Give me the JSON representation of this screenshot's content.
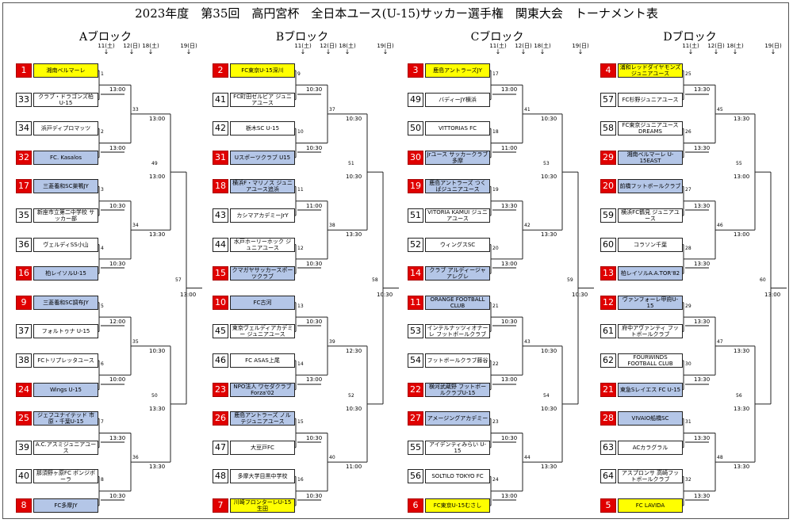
{
  "title": "2023年度　第35回　高円宮杯　全日本ユース(U-15)サッカー選手権　関東大会　トーナメント表",
  "round_dates": [
    "11(土)",
    "12(日)",
    "18(土)",
    "19(日)"
  ],
  "blocks": [
    {
      "name": "Aブロック",
      "teams": [
        {
          "seed": "1",
          "name": "湘南ベルマーレ",
          "style": "yellow",
          "lead": true
        },
        {
          "seed": "33",
          "name": "クラブ・ドラゴンズ柏 U-15",
          "style": "white",
          "lead": false
        },
        {
          "seed": "34",
          "name": "浜戸ディプロマッツ",
          "style": "white",
          "lead": false
        },
        {
          "seed": "32",
          "name": "FC. Kasalos",
          "style": "blue",
          "lead": true
        },
        {
          "seed": "17",
          "name": "三菱養和SC巣鴨JY",
          "style": "blue",
          "lead": true
        },
        {
          "seed": "35",
          "name": "新座市立第二中学校 サッカー部",
          "style": "white",
          "lead": false
        },
        {
          "seed": "36",
          "name": "ヴェルディSS小山",
          "style": "white",
          "lead": false
        },
        {
          "seed": "16",
          "name": "柏レイソルU-15",
          "style": "blue",
          "lead": true
        },
        {
          "seed": "9",
          "name": "三菱養和SC調布JY",
          "style": "blue",
          "lead": true
        },
        {
          "seed": "37",
          "name": "フォルトゥナ U-15",
          "style": "white",
          "lead": false
        },
        {
          "seed": "38",
          "name": "FCトリプレッタユース",
          "style": "white",
          "lead": false
        },
        {
          "seed": "24",
          "name": "Wings U-15",
          "style": "blue",
          "lead": true
        },
        {
          "seed": "25",
          "name": "ジェフユナイテッド 市原・千葉U-15",
          "style": "blue",
          "lead": true
        },
        {
          "seed": "39",
          "name": "A.C.アスミジュニアユース",
          "style": "white",
          "lead": false
        },
        {
          "seed": "40",
          "name": "那須野ヶ原FC ボンジボーラ",
          "style": "white",
          "lead": false
        },
        {
          "seed": "8",
          "name": "FC多摩JY",
          "style": "blue",
          "lead": true
        }
      ],
      "r1": [
        {
          "no": "1",
          "time": "13:00"
        },
        {
          "no": "2",
          "time": "13:00"
        },
        {
          "no": "3",
          "time": "10:30"
        },
        {
          "no": "4",
          "time": "10:30"
        },
        {
          "no": "5",
          "time": "12:00"
        },
        {
          "no": "6",
          "time": "10:00"
        },
        {
          "no": "7",
          "time": "13:30"
        },
        {
          "no": "8",
          "time": "10:30"
        }
      ],
      "r2": [
        {
          "no": "33",
          "time": "13:00"
        },
        {
          "no": "34",
          "time": "13:30"
        },
        {
          "no": "35",
          "time": "10:30"
        },
        {
          "no": "36",
          "time": "13:30"
        }
      ],
      "r3": [
        {
          "no": "49",
          "time": "13:00"
        },
        {
          "no": "50",
          "time": "13:30"
        }
      ],
      "r4": {
        "no": "57",
        "time": "13:00"
      }
    },
    {
      "name": "Bブロック",
      "teams": [
        {
          "seed": "2",
          "name": "FC東京U-15深川",
          "style": "yellow",
          "lead": true
        },
        {
          "seed": "41",
          "name": "FC町田ゼルビア ジュニアユース",
          "style": "white",
          "lead": false
        },
        {
          "seed": "42",
          "name": "栃木SC U-15",
          "style": "white",
          "lead": false
        },
        {
          "seed": "31",
          "name": "Uスポーツクラブ U15",
          "style": "blue",
          "lead": true
        },
        {
          "seed": "18",
          "name": "横浜F・マリノス ジュニアユース追浜",
          "style": "blue",
          "lead": true
        },
        {
          "seed": "43",
          "name": "カシマアカデミーJrY",
          "style": "white",
          "lead": false
        },
        {
          "seed": "44",
          "name": "水戸ホーリーホック ジュニアユース",
          "style": "white",
          "lead": false
        },
        {
          "seed": "15",
          "name": "クマガヤサッカースポーツクラブ",
          "style": "blue",
          "lead": true
        },
        {
          "seed": "10",
          "name": "FC古河",
          "style": "blue",
          "lead": true
        },
        {
          "seed": "45",
          "name": "東京ヴェルディアカデミー ジュニアユース",
          "style": "white",
          "lead": false
        },
        {
          "seed": "46",
          "name": "FC ASAS上尾",
          "style": "white",
          "lead": false
        },
        {
          "seed": "23",
          "name": "NPO法人 ワセダクラブForza'02",
          "style": "blue",
          "lead": true
        },
        {
          "seed": "26",
          "name": "鹿島アントラーズ ノルテジュニアユース",
          "style": "blue",
          "lead": true
        },
        {
          "seed": "47",
          "name": "大豆戸FC",
          "style": "white",
          "lead": false
        },
        {
          "seed": "48",
          "name": "多摩大学目黒中学校",
          "style": "white",
          "lead": false
        },
        {
          "seed": "7",
          "name": "川崎フロンターレU-15生田",
          "style": "yellow",
          "lead": true
        }
      ],
      "r1": [
        {
          "no": "9",
          "time": "10:30"
        },
        {
          "no": "10",
          "time": "10:30"
        },
        {
          "no": "11",
          "time": "11:00"
        },
        {
          "no": "12",
          "time": "10:30"
        },
        {
          "no": "13",
          "time": "10:30"
        },
        {
          "no": "14",
          "time": "13:00"
        },
        {
          "no": "15",
          "time": "10:30"
        },
        {
          "no": "16",
          "time": "10:30"
        }
      ],
      "r2": [
        {
          "no": "37",
          "time": "10:30"
        },
        {
          "no": "38",
          "time": "13:30"
        },
        {
          "no": "39",
          "time": "12:30"
        },
        {
          "no": "40",
          "time": "11:00"
        }
      ],
      "r3": [
        {
          "no": "51",
          "time": "10:30"
        },
        {
          "no": "52",
          "time": "10:30"
        }
      ],
      "r4": {
        "no": "58",
        "time": "10:30"
      }
    },
    {
      "name": "Cブロック",
      "teams": [
        {
          "seed": "3",
          "name": "鹿島アントラーズJY",
          "style": "yellow",
          "lead": true
        },
        {
          "seed": "49",
          "name": "バディーJY横浜",
          "style": "white",
          "lead": false
        },
        {
          "seed": "50",
          "name": "VITTORIAS FC",
          "style": "white",
          "lead": false
        },
        {
          "seed": "30",
          "name": "Jrユース サッカークラブ多摩",
          "style": "blue",
          "lead": true
        },
        {
          "seed": "19",
          "name": "鹿島アントラーズ つくばジュニアユース",
          "style": "blue",
          "lead": true
        },
        {
          "seed": "51",
          "name": "VITORIA KAMUI ジュニアユース",
          "style": "white",
          "lead": false
        },
        {
          "seed": "52",
          "name": "ウィングスSC",
          "style": "white",
          "lead": false
        },
        {
          "seed": "14",
          "name": "クラブ アルディージャ アレグレ",
          "style": "blue",
          "lead": true
        },
        {
          "seed": "11",
          "name": "ORANGE FOOTBALL CLUB",
          "style": "blue",
          "lead": true
        },
        {
          "seed": "53",
          "name": "インテルナッツィオナーレ フットボールクラブ",
          "style": "white",
          "lead": false
        },
        {
          "seed": "54",
          "name": "フットボールクラブ藤谷",
          "style": "white",
          "lead": false
        },
        {
          "seed": "22",
          "name": "横河武蔵野 フットボールクラブU-15",
          "style": "blue",
          "lead": true
        },
        {
          "seed": "27",
          "name": "アメージングアカデミー",
          "style": "blue",
          "lead": true
        },
        {
          "seed": "55",
          "name": "アイデンティみらい U-15",
          "style": "white",
          "lead": false
        },
        {
          "seed": "56",
          "name": "SOLTILO TOKYO FC",
          "style": "white",
          "lead": false
        },
        {
          "seed": "6",
          "name": "FC東京U-15むさし",
          "style": "yellow",
          "lead": true
        }
      ],
      "r1": [
        {
          "no": "17",
          "time": "13:00"
        },
        {
          "no": "18",
          "time": "11:00"
        },
        {
          "no": "19",
          "time": "13:30"
        },
        {
          "no": "20",
          "time": "13:00"
        },
        {
          "no": "21",
          "time": "10:30"
        },
        {
          "no": "22",
          "time": "13:00"
        },
        {
          "no": "23",
          "time": "10:30"
        },
        {
          "no": "24",
          "time": "13:00"
        }
      ],
      "r2": [
        {
          "no": "41",
          "time": "10:30"
        },
        {
          "no": "42",
          "time": "13:30"
        },
        {
          "no": "43",
          "time": "10:30"
        },
        {
          "no": "44",
          "time": "13:30"
        }
      ],
      "r3": [
        {
          "no": "53",
          "time": "10:30"
        },
        {
          "no": "54",
          "time": "10:30"
        }
      ],
      "r4": {
        "no": "59",
        "time": "10:30"
      }
    },
    {
      "name": "Dブロック",
      "teams": [
        {
          "seed": "4",
          "name": "浦和レッドダイヤモンズ ジュニアユース",
          "style": "yellow",
          "lead": true
        },
        {
          "seed": "57",
          "name": "FC杉野ジュニアユース",
          "style": "white",
          "lead": false
        },
        {
          "seed": "58",
          "name": "FC東京ジュニアユース DREAMS",
          "style": "white",
          "lead": false
        },
        {
          "seed": "29",
          "name": "湘南ベルマーレ U-15EAST",
          "style": "blue",
          "lead": true
        },
        {
          "seed": "20",
          "name": "前橋フットボールクラブ",
          "style": "blue",
          "lead": true
        },
        {
          "seed": "59",
          "name": "横浜FC鶴見 ジュニアユース",
          "style": "white",
          "lead": false
        },
        {
          "seed": "60",
          "name": "コラソン千葉",
          "style": "white",
          "lead": false
        },
        {
          "seed": "13",
          "name": "柏レイソルA.A.TOR'82",
          "style": "blue",
          "lead": true
        },
        {
          "seed": "12",
          "name": "ヴァンフォーレ甲府U-15",
          "style": "blue",
          "lead": true
        },
        {
          "seed": "61",
          "name": "府中アヴァンティ フットボールクラブ",
          "style": "white",
          "lead": false
        },
        {
          "seed": "62",
          "name": "FOURWINDS FOOTBALL CLUB",
          "style": "white",
          "lead": false
        },
        {
          "seed": "21",
          "name": "東急Sレイエス FC U-15",
          "style": "blue",
          "lead": true
        },
        {
          "seed": "28",
          "name": "VIVAIO船橋SC",
          "style": "blue",
          "lead": true
        },
        {
          "seed": "63",
          "name": "ACカラグラル",
          "style": "white",
          "lead": false
        },
        {
          "seed": "64",
          "name": "アスプロンサ 高崎フットボールクラブ",
          "style": "white",
          "lead": false
        },
        {
          "seed": "5",
          "name": "FC LAVIDA",
          "style": "yellow",
          "lead": true
        }
      ],
      "r1": [
        {
          "no": "25",
          "time": "13:30"
        },
        {
          "no": "26",
          "time": "13:30"
        },
        {
          "no": "27",
          "time": "13:30"
        },
        {
          "no": "28",
          "time": "13:30"
        },
        {
          "no": "29",
          "time": "13:30"
        },
        {
          "no": "30",
          "time": "13:30"
        },
        {
          "no": "31",
          "time": "13:30"
        },
        {
          "no": "32",
          "time": "13:30"
        }
      ],
      "r2": [
        {
          "no": "45",
          "time": "13:30"
        },
        {
          "no": "46",
          "time": "13:00"
        },
        {
          "no": "47",
          "time": "13:30"
        },
        {
          "no": "48",
          "time": "13:30"
        }
      ],
      "r3": [
        {
          "no": "55",
          "time": "13:00"
        },
        {
          "no": "56",
          "time": "13:30"
        }
      ],
      "r4": {
        "no": "60",
        "time": "13:00"
      }
    }
  ]
}
